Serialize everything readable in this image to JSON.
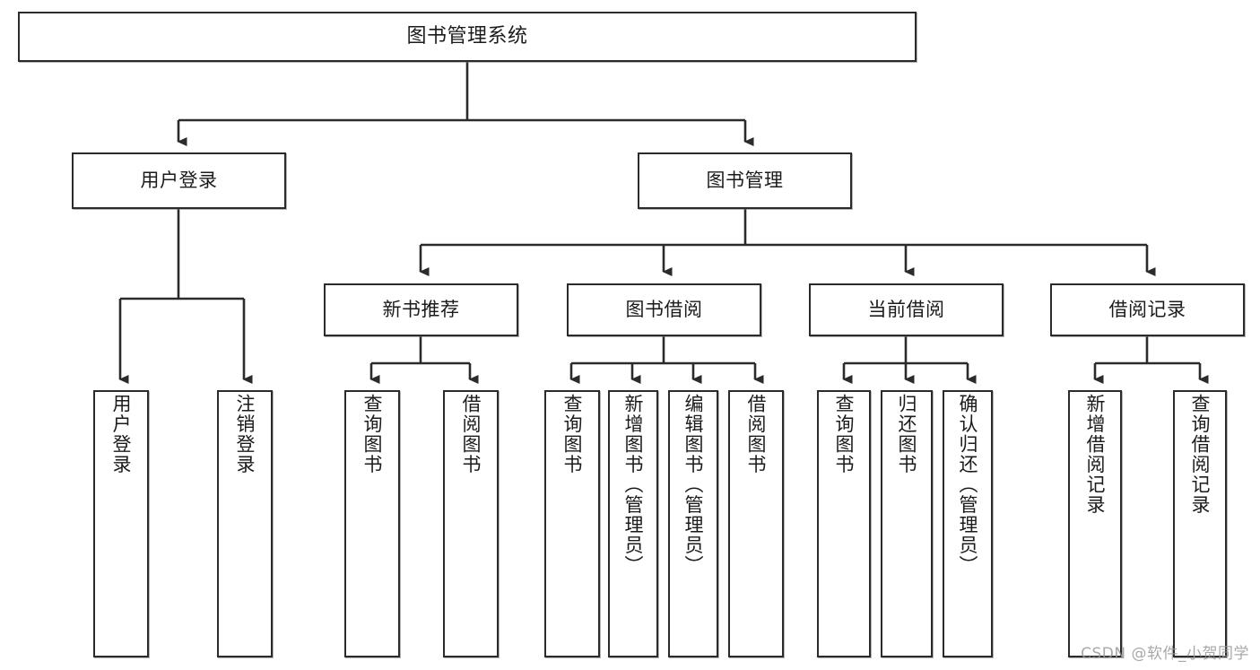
{
  "diagram": {
    "title": "图书管理系统",
    "type": "hierarchy-tree",
    "watermark": "CSDN @软件_小贺同学",
    "colors": {
      "box_border": "#2b2b2b",
      "box_fill": "#ffffff",
      "connector": "#2b2b2b",
      "watermark": "#9a9a9a"
    },
    "nodes": {
      "root": {
        "label": "图书管理系统"
      },
      "level2": [
        {
          "label": "用户登录"
        },
        {
          "label": "图书管理"
        }
      ],
      "level3": [
        {
          "label": "新书推荐"
        },
        {
          "label": "图书借阅"
        },
        {
          "label": "当前借阅"
        },
        {
          "label": "借阅记录"
        }
      ],
      "leaves": {
        "user_login": [
          {
            "label": "用户登录"
          },
          {
            "label": "注销登录"
          }
        ],
        "new_book": [
          {
            "label": "查询图书"
          },
          {
            "label": "借阅图书"
          }
        ],
        "book_borrow": [
          {
            "label": "查询图书"
          },
          {
            "label": "新增图书（管理员）"
          },
          {
            "label": "编辑图书（管理员）"
          },
          {
            "label": "借阅图书"
          }
        ],
        "current_borrow": [
          {
            "label": "查询图书"
          },
          {
            "label": "归还图书"
          },
          {
            "label": "确认归还（管理员）"
          }
        ],
        "borrow_record": [
          {
            "label": "新增借阅记录"
          },
          {
            "label": "查询借阅记录"
          }
        ]
      }
    }
  }
}
